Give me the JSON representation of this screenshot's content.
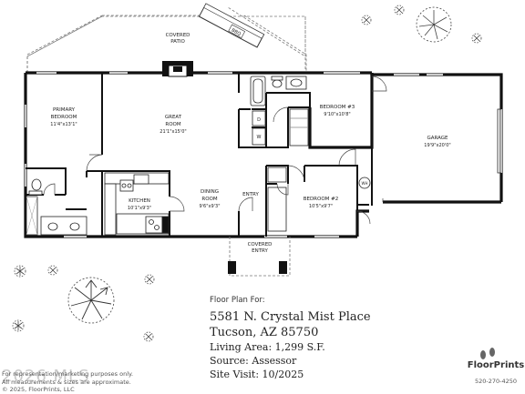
{
  "rooms": {
    "covered_patio": [
      "COVERED",
      "PATIO"
    ],
    "bbq": "BBQ",
    "primary_bedroom": [
      "PRIMARY",
      "BEDROOM",
      "11'4\"x13'1\""
    ],
    "great_room": [
      "GREAT",
      "ROOM",
      "21'1\"x15'0\""
    ],
    "bedroom3": [
      "BEDROOM #3",
      "9'10\"x10'8\""
    ],
    "garage": [
      "GARAGE",
      "19'9\"x20'0\""
    ],
    "kitchen": [
      "KITCHEN",
      "10'1\"x9'3\""
    ],
    "dining_room": [
      "DINING",
      "ROOM",
      "9'6\"x9'3\""
    ],
    "entry": "ENTRY",
    "bedroom2": [
      "BEDROOM #2",
      "10'5\"x9'7\""
    ],
    "covered_entry": [
      "COVERED",
      "ENTRY"
    ],
    "water_heater": "WH",
    "dryer": "D",
    "washer": "W"
  },
  "info": {
    "header": "Floor Plan For:",
    "address_line1": "5581 N. Crystal Mist Place",
    "address_line2": "Tucson, AZ  85750",
    "living_area": "Living Area:  1,299 S.F.",
    "source": "Source:  Assessor",
    "site_visit": "Site Visit:  10/2025"
  },
  "disclaimer": {
    "line1": "For representation/marketing purposes only.",
    "line2": "All measurements & sizes are approximate.",
    "line3": "© 2025, FloorPrints, LLC"
  },
  "watermark": "2026 MLS",
  "brand": {
    "name": "FloorPrints",
    "phone": "520-270-4250"
  }
}
